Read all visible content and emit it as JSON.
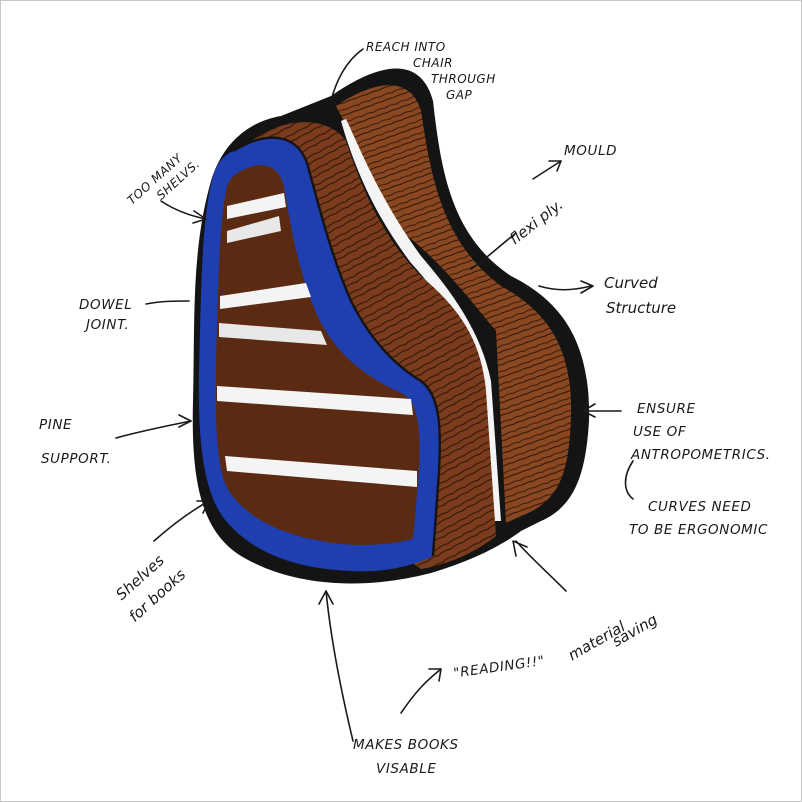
{
  "annotations": {
    "reach_gap": [
      "REACH INTO",
      "CHAIR",
      "THROUGH",
      "GAP"
    ],
    "mould": "MOULD",
    "flexi_ply": "flexi ply.",
    "curved_structure": [
      "Curved",
      "Structure"
    ],
    "too_many_shelves": [
      "TOO MANY",
      "SHELVS."
    ],
    "dowel_joint": [
      "DOWEL",
      "JOINT."
    ],
    "pine_support": [
      "PINE",
      "SUPPORT."
    ],
    "ensure_anthropometrics": [
      "ENSURE",
      "USE OF",
      "ANTROPOMETRICS."
    ],
    "curves_ergonomic": [
      "CURVES NEED",
      "TO BE ERGONOMIC"
    ],
    "shelves_for_books": [
      "Shelves",
      "for books"
    ],
    "material_saving": [
      "material",
      "saving"
    ],
    "reading": "\"READING!!\"",
    "makes_books_visible": [
      "MAKES BOOKS",
      "VISABLE"
    ]
  },
  "colors": {
    "wood_dark": "#4a2210",
    "wood_mid": "#7a3c1c",
    "wood_light": "#9b5a30",
    "blue_edge": "#1f3fb0",
    "outline": "#141414",
    "shelf_white": "#f4f4f4"
  }
}
